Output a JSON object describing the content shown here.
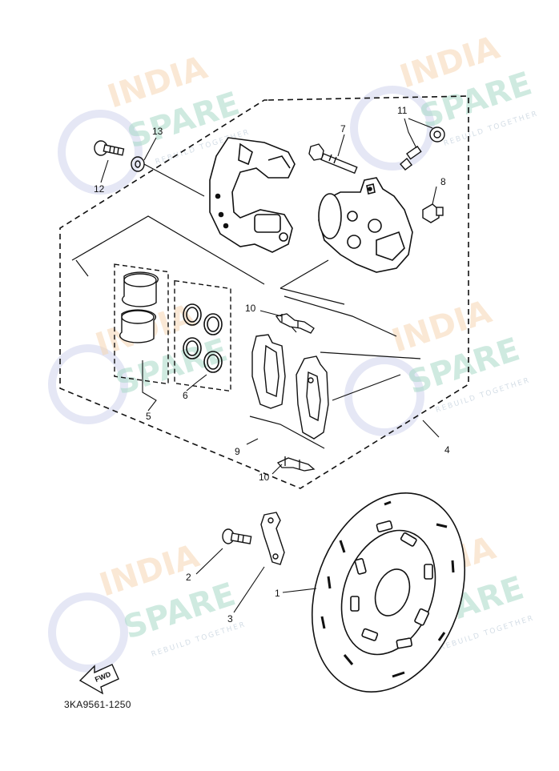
{
  "diagram": {
    "drawing_code": "3KA9561-1250",
    "direction_label": "FWD",
    "watermark": {
      "line1": "INDIA",
      "line2": "SPARE",
      "tagline": "REBUILD TOGETHER"
    },
    "callouts": [
      {
        "id": "c1",
        "label": "1"
      },
      {
        "id": "c2",
        "label": "2"
      },
      {
        "id": "c3",
        "label": "3"
      },
      {
        "id": "c4",
        "label": "4"
      },
      {
        "id": "c5",
        "label": "5"
      },
      {
        "id": "c6",
        "label": "6"
      },
      {
        "id": "c7",
        "label": "7"
      },
      {
        "id": "c8",
        "label": "8"
      },
      {
        "id": "c9",
        "label": "9"
      },
      {
        "id": "c10a",
        "label": "10"
      },
      {
        "id": "c10b",
        "label": "10"
      },
      {
        "id": "c11",
        "label": "11"
      },
      {
        "id": "c12",
        "label": "12"
      },
      {
        "id": "c13",
        "label": "13"
      }
    ]
  },
  "colors": {
    "ink": "#111111",
    "watermark_orange": "#f7d7b4",
    "watermark_green": "#a9d9c8",
    "watermark_blue": "#c9cdea"
  }
}
